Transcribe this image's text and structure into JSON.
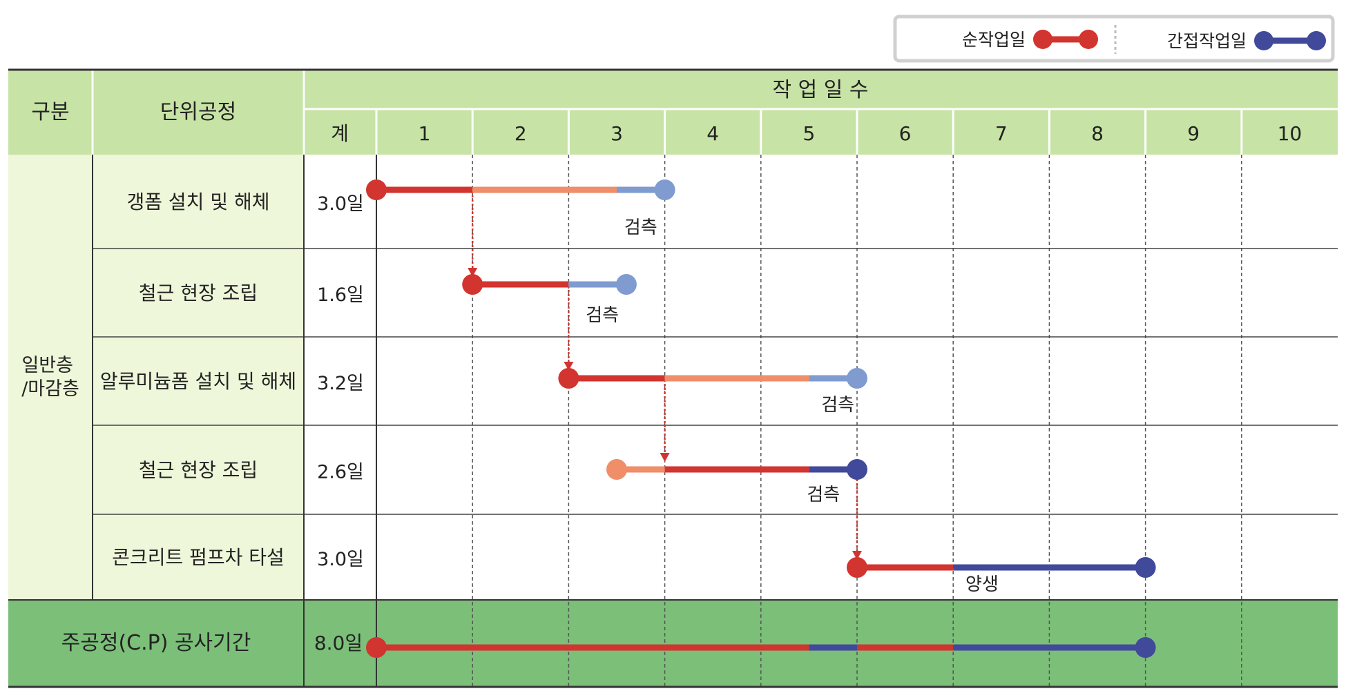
{
  "legend": {
    "direct_label": "순작업일",
    "indirect_label": "간접작업일",
    "colors": {
      "direct": "#d2342f",
      "direct_light": "#ef8e68",
      "indirect": "#41499b",
      "indirect_light": "#7f9bd0"
    }
  },
  "header": {
    "category": "구분",
    "unit_process": "단위공정",
    "work_days": "작 업 일 수",
    "total": "계"
  },
  "group_label_line1": "일반층",
  "group_label_line2": "/마감층",
  "summary": {
    "label": "주공정(C.P) 공사기간",
    "total": "8.0일"
  },
  "chart_data": {
    "type": "gantt",
    "x_ticks": [
      "1",
      "2",
      "3",
      "4",
      "5",
      "6",
      "7",
      "8",
      "9",
      "10"
    ],
    "xlim": [
      0,
      10
    ],
    "rows": [
      {
        "name": "갱폼 설치 및 해체",
        "total": "3.0일",
        "start": 0,
        "end": 3.0,
        "segments": [
          {
            "from": 0,
            "to": 1.0,
            "kind": "direct"
          },
          {
            "from": 1.0,
            "to": 2.5,
            "kind": "direct_light"
          },
          {
            "from": 2.5,
            "to": 3.0,
            "kind": "indirect_light"
          }
        ],
        "start_marker": "direct",
        "end_marker": "indirect_light",
        "note": "검측",
        "note_at": 2.75
      },
      {
        "name": "철근 현장 조립",
        "total": "1.6일",
        "start": 1.0,
        "end": 2.6,
        "segments": [
          {
            "from": 1.0,
            "to": 2.0,
            "kind": "direct"
          },
          {
            "from": 2.0,
            "to": 2.6,
            "kind": "indirect_light"
          }
        ],
        "start_marker": "direct",
        "end_marker": "indirect_light",
        "note": "검측",
        "note_at": 2.35
      },
      {
        "name": "알루미늄폼 설치 및 해체",
        "total": "3.2일",
        "start": 2.0,
        "end": 5.0,
        "segments": [
          {
            "from": 2.0,
            "to": 3.0,
            "kind": "direct"
          },
          {
            "from": 3.0,
            "to": 4.5,
            "kind": "direct_light"
          },
          {
            "from": 4.5,
            "to": 5.0,
            "kind": "indirect_light"
          }
        ],
        "start_marker": "direct",
        "end_marker": "indirect_light",
        "note": "검측",
        "note_at": 4.8
      },
      {
        "name": "철근 현장 조립",
        "total": "2.6일",
        "start": 2.5,
        "end": 5.0,
        "segments": [
          {
            "from": 2.5,
            "to": 3.0,
            "kind": "direct_light"
          },
          {
            "from": 3.0,
            "to": 4.5,
            "kind": "direct"
          },
          {
            "from": 4.5,
            "to": 5.0,
            "kind": "indirect"
          }
        ],
        "start_marker": "direct_light",
        "end_marker": "indirect",
        "note": "검측",
        "note_at": 4.65
      },
      {
        "name": "콘크리트 펌프차 타설",
        "total": "3.0일",
        "start": 5.0,
        "end": 8.0,
        "segments": [
          {
            "from": 5.0,
            "to": 6.0,
            "kind": "direct"
          },
          {
            "from": 6.0,
            "to": 8.0,
            "kind": "indirect"
          }
        ],
        "start_marker": "direct",
        "end_marker": "indirect",
        "note": "양생",
        "note_at": 6.3
      }
    ],
    "links": [
      {
        "from_row": 0,
        "to_row": 1,
        "x": 1.0
      },
      {
        "from_row": 1,
        "to_row": 2,
        "x": 2.0
      },
      {
        "from_row": 2,
        "to_row": 3,
        "x": 3.0
      },
      {
        "from_row": 3,
        "to_row": 4,
        "x": 5.0
      }
    ],
    "critical_path": {
      "start": 0,
      "end": 8.0,
      "segments": [
        {
          "from": 0,
          "to": 4.5,
          "kind": "direct"
        },
        {
          "from": 4.5,
          "to": 5.0,
          "kind": "indirect"
        },
        {
          "from": 5.0,
          "to": 6.0,
          "kind": "direct"
        },
        {
          "from": 6.0,
          "to": 8.0,
          "kind": "indirect"
        }
      ],
      "start_marker": "direct",
      "end_marker": "indirect"
    }
  }
}
